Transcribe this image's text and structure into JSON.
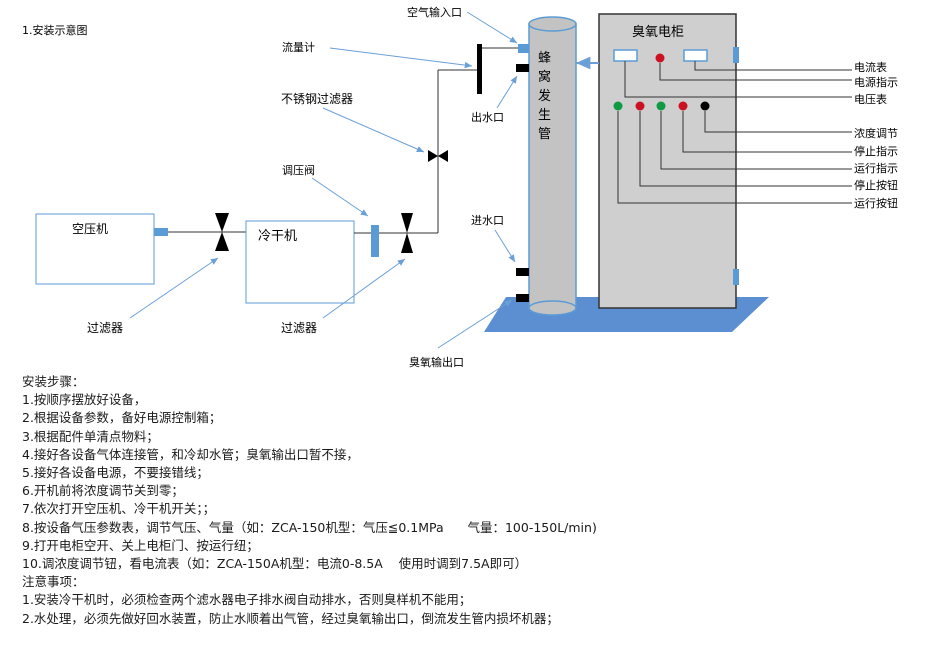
{
  "title": "1.安装示意图",
  "labels": {
    "air_compressor": "空压机",
    "dryer": "冷干机",
    "filter_left": "过滤器",
    "filter_right": "过滤器",
    "regulator": "调压阀",
    "ss_filter": "不锈钢过滤器",
    "flowmeter": "流量计",
    "air_inlet": "空气输入口",
    "water_outlet": "出水口",
    "water_inlet": "进水口",
    "ozone_outlet": "臭氧输出口",
    "honeycomb_tube": [
      "蜂",
      "窝",
      "发",
      "生",
      "管"
    ],
    "cabinet_title": "臭氧电柜",
    "cabinet_callouts": [
      "电流表",
      "电源指示",
      "电压表",
      "浓度调节",
      "停止指示",
      "运行指示",
      "停止按钮",
      "运行按钮"
    ]
  },
  "colors": {
    "blue_fitting": "#5b9bd5",
    "arrow_blue": "#6a9fd8",
    "cabinet_fill": "#cfcfcf",
    "tube_fill": "#c3c3c3",
    "base_fill": "#5b8fd1",
    "indicator_green": "#119944",
    "indicator_red": "#cc1122",
    "indicator_black": "#000000"
  },
  "steps_heading": "安装步骤：",
  "steps": [
    "1.按顺序摆放好设备，",
    "2.根据设备参数，备好电源控制箱；",
    "3.根据配件单清点物料；",
    "4.接好各设备气体连接管，和冷却水管；臭氧输出口暂不接，",
    "5.接好各设备电源，不要接错线；",
    "6.开机前将浓度调节关到零；",
    "7.依次打开空压机、冷干机开关；；",
    "8.按设备气压参数表，调节气压、气量（如：ZCA-150机型：气压≦0.1MPa      气量：100-150L/min)",
    "9.打开电柜空开、关上电柜门、按运行纽；",
    "10.调浓度调节钮，看电流表（如：ZCA-150A机型：电流0-8.5A    使用时调到7.5A即可）"
  ],
  "notes_heading": "注意事项：",
  "notes": [
    "1.安装冷干机时，必须检查两个滤水器电子排水阀自动排水，否则臭样机不能用；",
    "2.水处理，必须先做好回水装置，防止水顺着出气管，经过臭氧输出口，倒流发生管内损坏机器；"
  ]
}
